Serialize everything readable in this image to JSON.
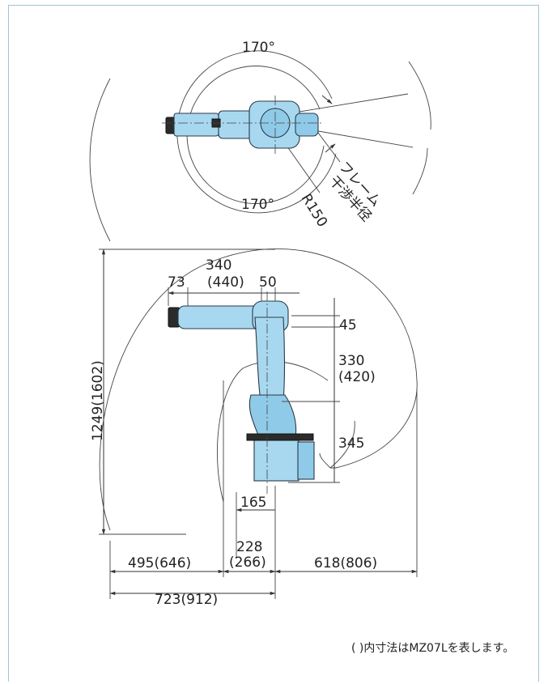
{
  "top_view": {
    "angle_top": "170°",
    "angle_bottom": "170°",
    "radius_label": "R150",
    "frame_label_line1": "フレーム",
    "frame_label_line2": "干渉半径"
  },
  "side_view": {
    "dim_340": "340",
    "dim_440": "(440)",
    "dim_73": "73",
    "dim_50": "50",
    "dim_45": "45",
    "dim_330": "330",
    "dim_420": "(420)",
    "dim_345": "345",
    "dim_height": "1249(1602)",
    "dim_165": "165",
    "dim_228": "228",
    "dim_266": "(266)",
    "dim_495": "495(646)",
    "dim_618": "618(806)",
    "dim_723": "723(912)"
  },
  "footnote": "( )内寸法はMZ07Lを表します。",
  "colors": {
    "robot_body": "#a8d8f0",
    "frame_border": "#9fc4d8"
  }
}
